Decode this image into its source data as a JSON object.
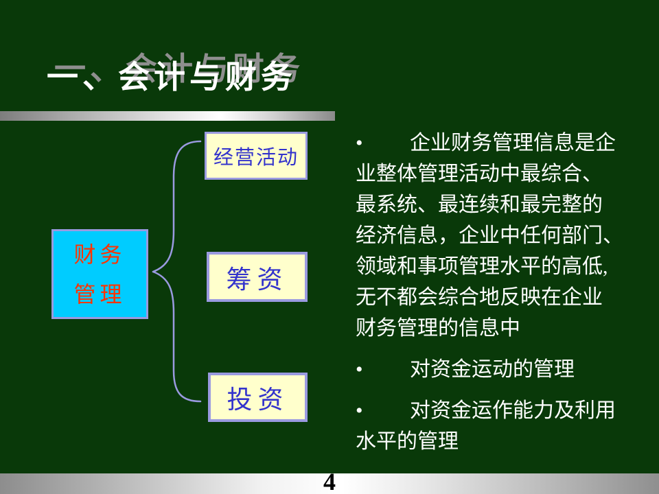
{
  "slide": {
    "title": "一、会计与财务",
    "page_number": "4",
    "colors": {
      "background": "#093909",
      "title_text": "#ffffff",
      "title_shadow": "#8f8f8f",
      "finance_box_bg": "#00ccff",
      "finance_box_text": "#ff3300",
      "item_box_bg": "#ffffcc",
      "item_box_text": "#3333cc",
      "box_border": "#9a9ae0",
      "connector": "#9a9ae0",
      "body_text": "#ffffff",
      "page_number_text": "#000000"
    }
  },
  "diagram": {
    "root_box": {
      "line1": "财务",
      "line2": "管理"
    },
    "branches": [
      {
        "label": "经营活动"
      },
      {
        "label": "筹资"
      },
      {
        "label": "投资"
      }
    ]
  },
  "body": {
    "bullet_char": "•",
    "para1": {
      "lines": [
        "企业财务管理信息是企",
        "业整体管理活动中最综合、",
        "最系统、最连续和最完整的",
        "经济信息，企业中任何部门、",
        "领域和事项管理水平的高低,",
        "无不都会综合地反映在企业",
        "财务管理的信息中"
      ]
    },
    "para2": {
      "lines": [
        "对资金运动的管理"
      ]
    },
    "para3": {
      "lines": [
        "对资金运作能力及利用",
        "水平的管理"
      ]
    }
  }
}
